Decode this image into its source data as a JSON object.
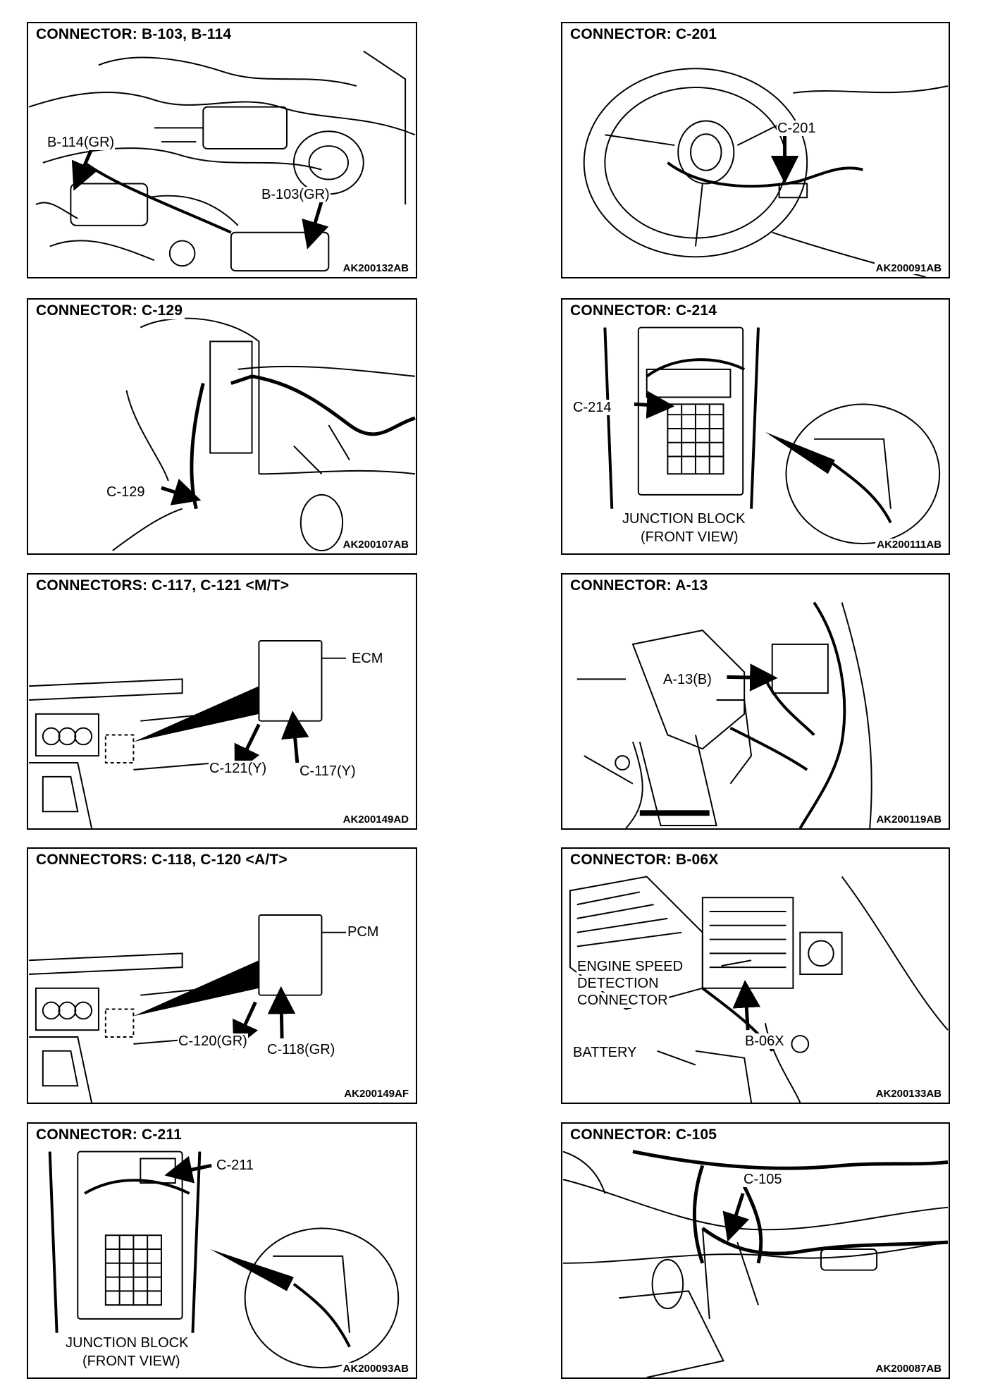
{
  "panels": {
    "p1": {
      "title": "CONNECTOR: B-103, B-114",
      "code": "AK200132AB",
      "labels": {
        "a": "B-114(GR)",
        "b": "B-103(GR)"
      }
    },
    "p2": {
      "title": "CONNECTOR: C-201",
      "code": "AK200091AB",
      "labels": {
        "a": "C-201"
      }
    },
    "p3": {
      "title": "CONNECTOR: C-129",
      "code": "AK200107AB",
      "labels": {
        "a": "C-129"
      }
    },
    "p4": {
      "title": "CONNECTOR: C-214",
      "code": "AK200111AB",
      "labels": {
        "a": "C-214",
        "b": "JUNCTION BLOCK",
        "c": "(FRONT VIEW)"
      }
    },
    "p5": {
      "title": "CONNECTORS: C-117, C-121 <M/T>",
      "code": "AK200149AD",
      "labels": {
        "a": "ECM",
        "b": "C-121(Y)",
        "c": "C-117(Y)"
      }
    },
    "p6": {
      "title": "CONNECTOR: A-13",
      "code": "AK200119AB",
      "labels": {
        "a": "A-13(B)"
      }
    },
    "p7": {
      "title": "CONNECTORS: C-118, C-120 <A/T>",
      "code": "AK200149AF",
      "labels": {
        "a": "PCM",
        "b": "C-120(GR)",
        "c": "C-118(GR)"
      }
    },
    "p8": {
      "title": "CONNECTOR: B-06X",
      "code": "AK200133AB",
      "labels": {
        "a": "ENGINE SPEED",
        "b": "DETECTION",
        "c": "CONNECTOR",
        "d": "B-06X",
        "e": "BATTERY"
      }
    },
    "p9": {
      "title": "CONNECTOR: C-211",
      "code": "AK200093AB",
      "labels": {
        "a": "C-211",
        "b": "JUNCTION BLOCK",
        "c": "(FRONT VIEW)"
      }
    },
    "p10": {
      "title": "CONNECTOR: C-105",
      "code": "AK200087AB",
      "labels": {
        "a": "C-105"
      }
    }
  }
}
